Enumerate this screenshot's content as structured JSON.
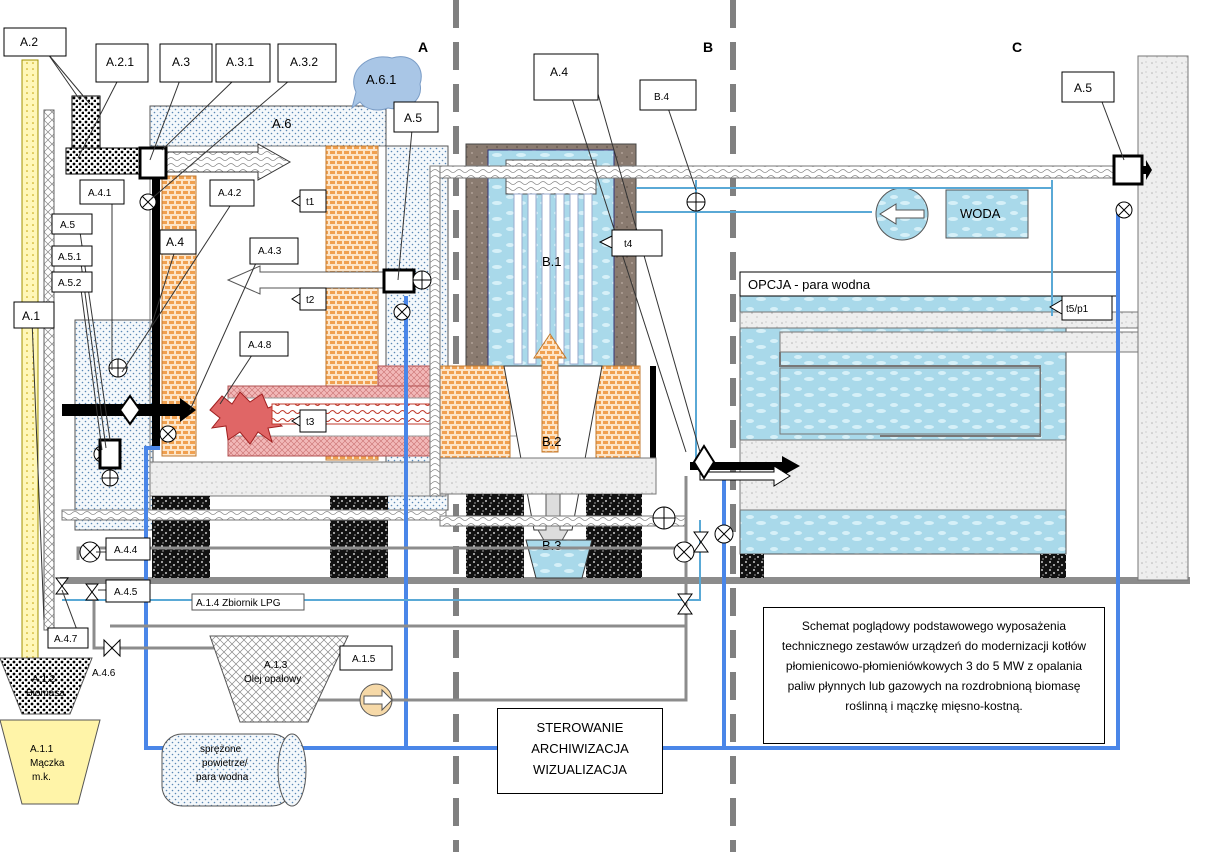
{
  "zones": {
    "a": "A",
    "b": "B",
    "c": "C"
  },
  "labels": {
    "a2": "A.2",
    "a21": "A.2.1",
    "a3": "A.3",
    "a31": "A.3.1",
    "a32": "A.3.2",
    "a61": "A.6.1",
    "a6": "A.6",
    "a5_top": "A.5",
    "a5_right": "A.5",
    "a4_b": "A.4",
    "b4": "B.4",
    "a41": "A.4.1",
    "a42": "A.4.2",
    "a4": "A.4",
    "a43": "A.4.3",
    "a48": "A.4.8",
    "a5_left": "A.5",
    "a51": "A.5.1",
    "a52": "A.5.2",
    "a1": "A.1",
    "a44": "A.4.4",
    "a45": "A.4.5",
    "a47": "A.4.7",
    "a46": "A.4.6",
    "a15": "A.1.5",
    "a14": "A.1.4 Zbiornik LPG",
    "a12_line1": "A.1.2",
    "a12_line2": "Biomasa",
    "a11_line1": "A.1.1",
    "a11_line2": "Mączka",
    "a11_line3": "m.k.",
    "a13_line1": "A.1.3",
    "a13_line2": "Olej opałowy",
    "t1": "t1",
    "t2": "t2",
    "t3": "t3",
    "t4": "t4",
    "t5p1": "t5/p1",
    "b1": "B.1",
    "b2": "B.2",
    "b3": "B.3",
    "woda": "WODA",
    "opcja": "OPCJA - para wodna",
    "air_line1": "sprężone",
    "air_line2": "powietrze/",
    "air_line3": "para wodna"
  },
  "control": {
    "line1": "STEROWANIE",
    "line2": "ARCHIWIZACJA",
    "line3": "WIZUALIZACJA"
  },
  "description": "Schemat poglądowy podstawowego wyposażenia technicznego zestawów urządzeń  do modernizacji kotłów płomienicowo-płomieniówkowych 3 do 5 MW z opalania paliw płynnych lub gazowych na rozdrobnioną biomasę roślinną i mączkę mięsno-kostną.",
  "colors": {
    "pipe": "#4a86e8",
    "brick": "#f6b26b",
    "water": "#a9d9ea",
    "grey": "#8c8c8c",
    "flame": "#e06666"
  }
}
